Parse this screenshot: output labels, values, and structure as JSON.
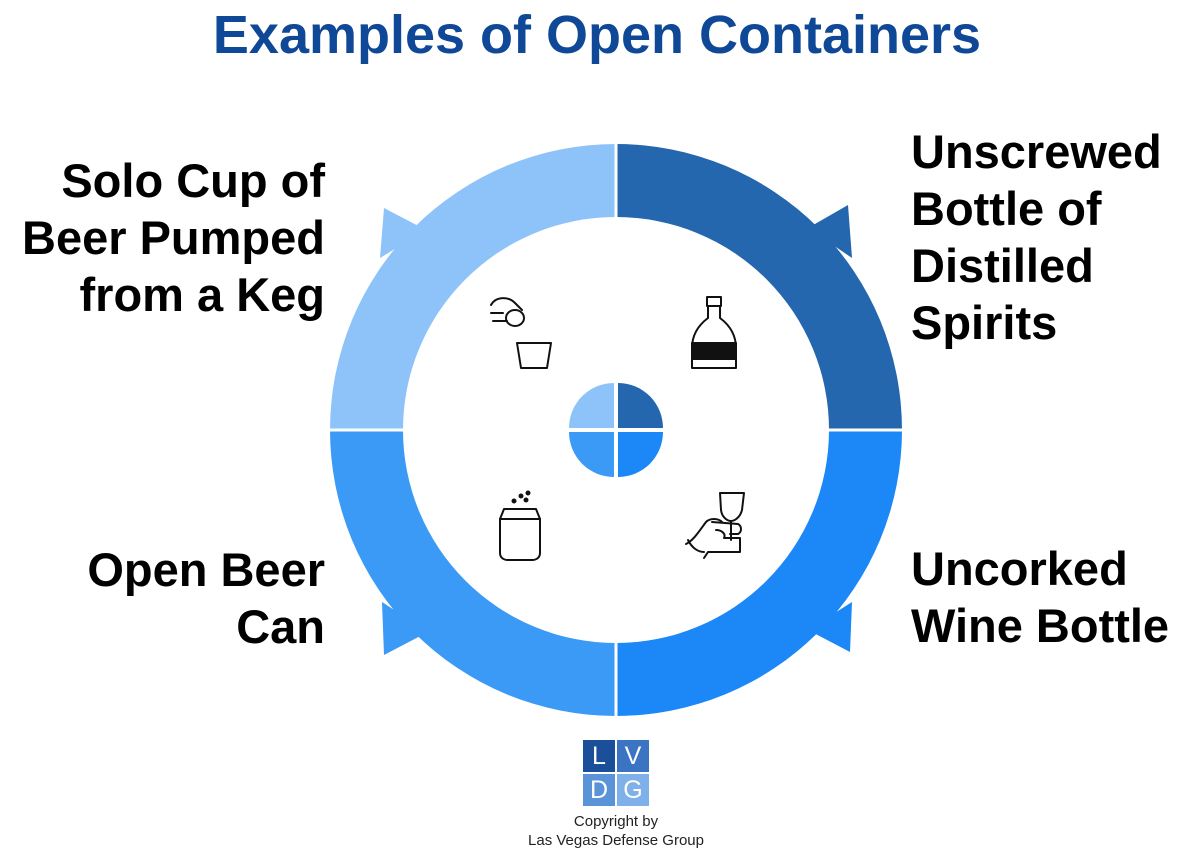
{
  "title": "Examples of Open Containers",
  "segments": [
    {
      "id": "top-right",
      "lines": [
        "Unscrewed",
        "Bottle of",
        "Distilled",
        "Spirits"
      ],
      "color": "#2467ae",
      "icon": "liquor-bottle-icon"
    },
    {
      "id": "bottom-right",
      "lines": [
        "Uncorked",
        "Wine Bottle"
      ],
      "color": "#1c87f7",
      "icon": "hand-holding-wine-glass-icon"
    },
    {
      "id": "bottom-left",
      "lines": [
        "Open Beer",
        "Can"
      ],
      "color": "#3c9af7",
      "icon": "open-beer-can-icon"
    },
    {
      "id": "top-left",
      "lines": [
        "Solo Cup of",
        "Beer Pumped",
        "from a Keg"
      ],
      "color": "#8ec3fa",
      "icon": "keg-pump-cup-icon"
    }
  ],
  "logo": {
    "letters": [
      "L",
      "V",
      "D",
      "G"
    ],
    "colors": [
      "#1b4f99",
      "#3a74c2",
      "#5a93d8",
      "#7fb0ea"
    ]
  },
  "copyright": {
    "line1": "Copyright by",
    "line2": "Las Vegas Defense Group"
  }
}
